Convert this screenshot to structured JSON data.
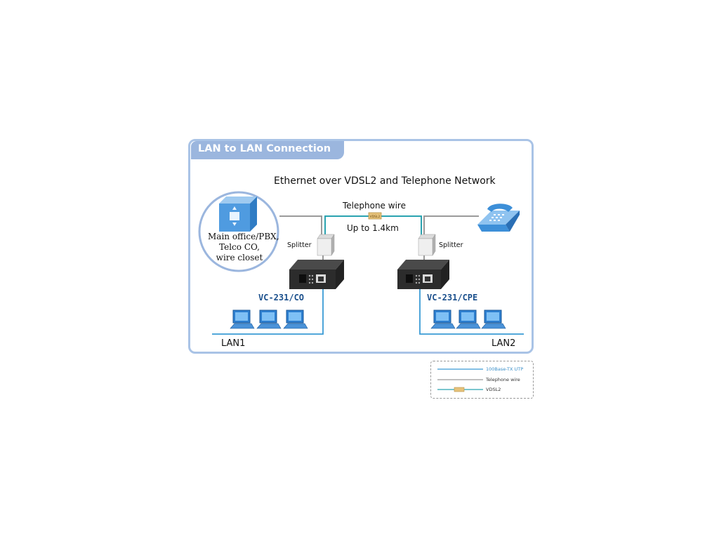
{
  "title": "LAN to LAN Connection",
  "heading": "Ethernet over VDSL2 and Telephone Network",
  "main_office": [
    "Main office/PBX,",
    "Telco CO,",
    "wire closet"
  ],
  "telephone_wire_label": "Telephone wire",
  "distance_label": "Up to 1.4km",
  "vdsl_tag": "VDSL2",
  "splitter_left": "Splitter",
  "splitter_right": "Splitter",
  "device_left": "VC-231/CO",
  "device_right": "VC-231/CPE",
  "lan_left": "LAN1",
  "lan_right": "LAN2",
  "legend": [
    {
      "label": "100Base-TX UTP",
      "color": "#3a9bd5"
    },
    {
      "label": "Telephone wire",
      "color": "#9a9a9a"
    },
    {
      "label": "VDSL2",
      "color": "#3a9bd5"
    }
  ],
  "colors": {
    "accent": "#9bb6de",
    "utp": "#3a9bd5",
    "phone": "#9a9a9a",
    "vdsl": "#2aa3b0",
    "model": "#1a4f8c"
  }
}
